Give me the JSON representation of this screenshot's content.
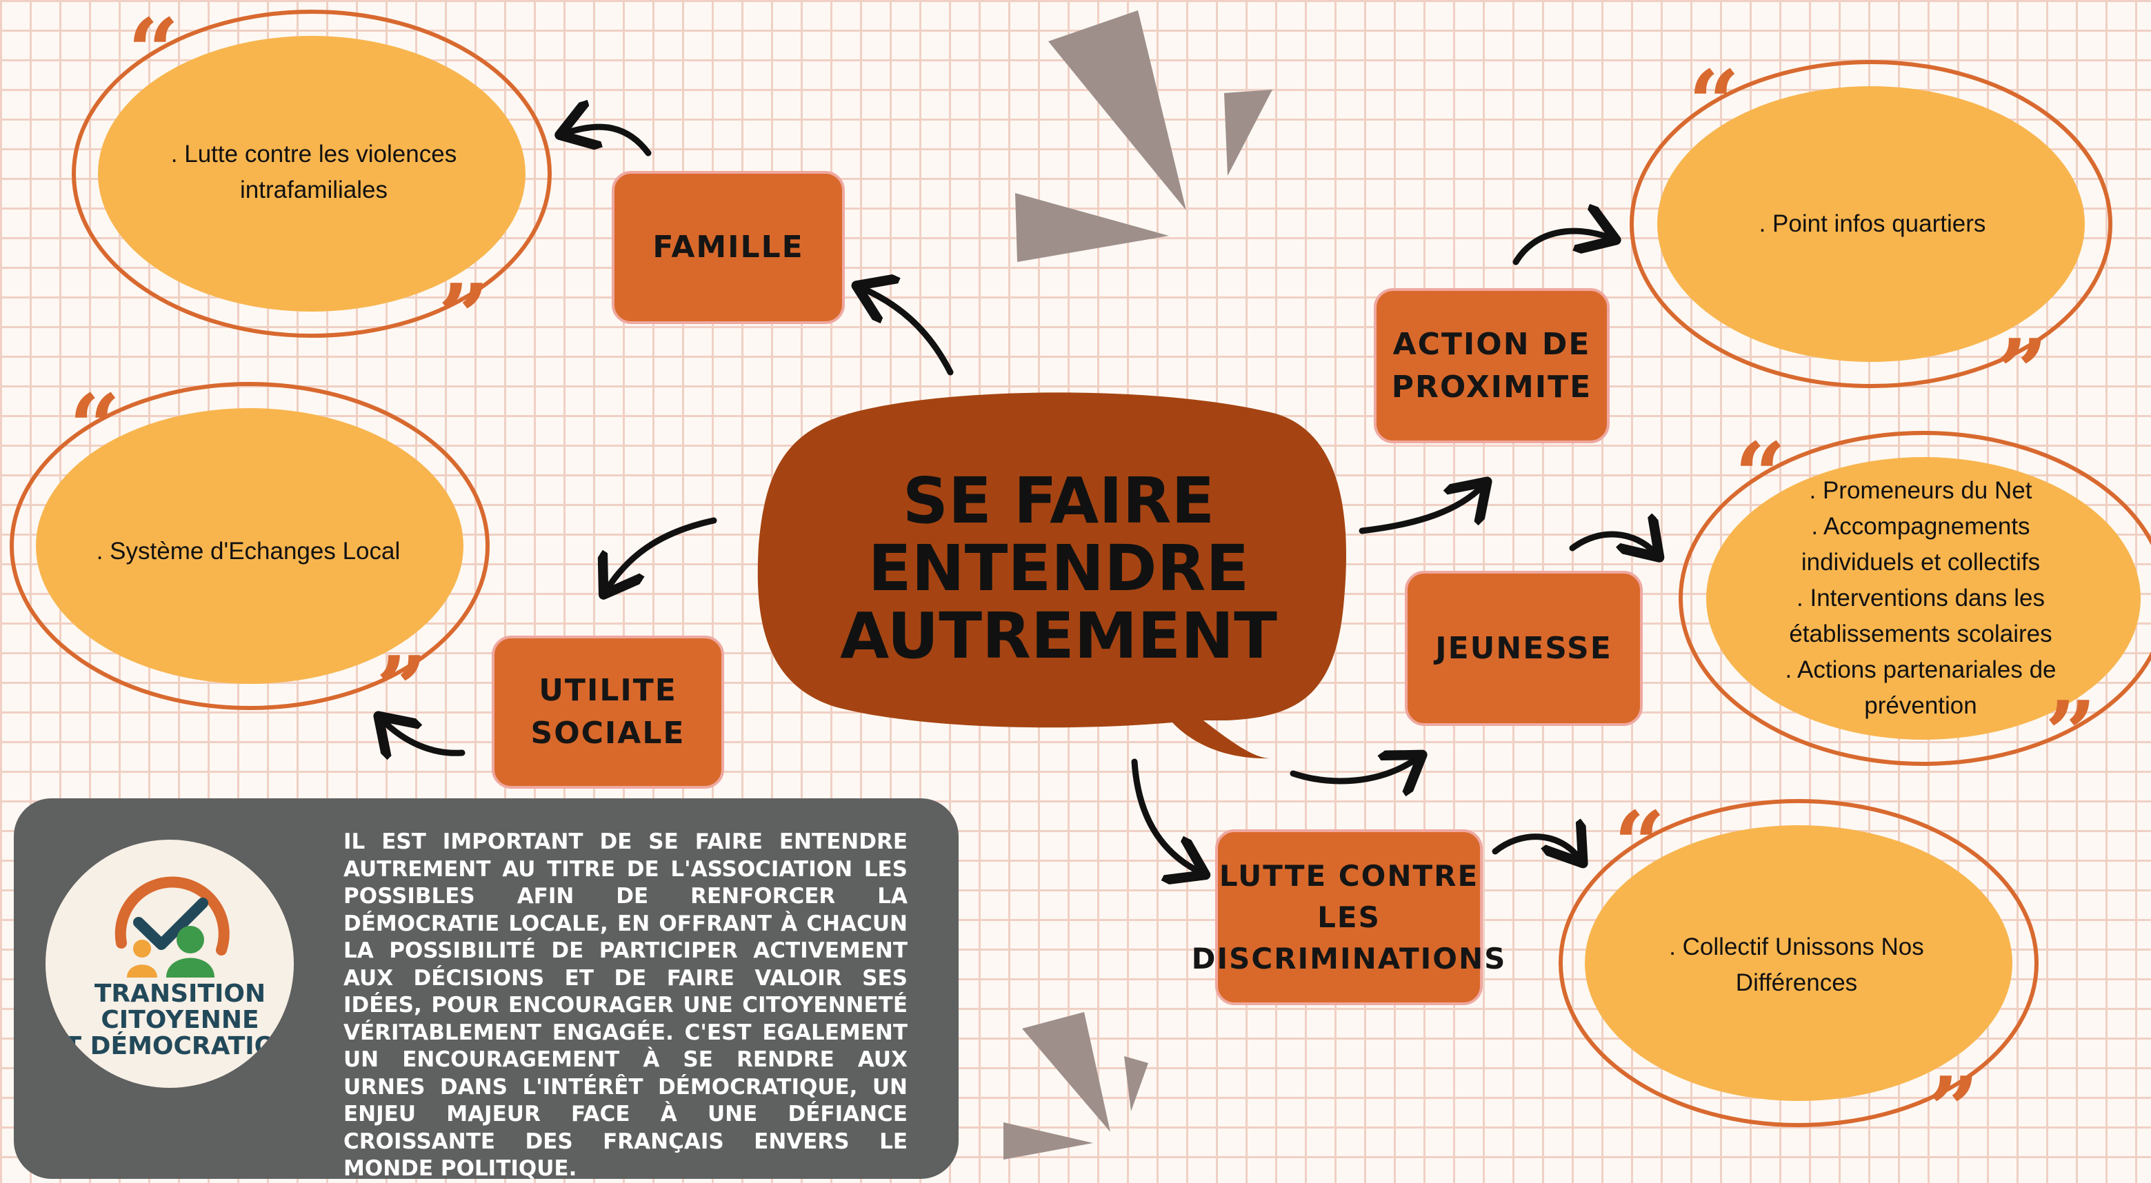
{
  "central": {
    "title": "SE FAIRE\nENTENDRE\nAUTREMENT"
  },
  "categories": [
    {
      "id": "famille",
      "label": "FAMILLE"
    },
    {
      "id": "action-proximite",
      "label": "ACTION DE\nPROXIMITE"
    },
    {
      "id": "jeunesse",
      "label": "JEUNESSE"
    },
    {
      "id": "utilite-sociale",
      "label": "UTILITE\nSOCIALE"
    },
    {
      "id": "lutte-discriminations",
      "label": "LUTTE CONTRE\nLES\nDISCRIMINATIONS"
    }
  ],
  "bubbles": [
    {
      "id": "famille",
      "text": ". Lutte contre les violences\nintrafamiliales"
    },
    {
      "id": "action-proximite",
      "text": ". Point infos quartiers"
    },
    {
      "id": "jeunesse",
      "text": ". Promeneurs du Net\n. Accompagnements\nindividuels et collectifs\n. Interventions dans les\nétablissements scolaires\n. Actions partenariales de\nprévention"
    },
    {
      "id": "utilite-sociale",
      "text": ". Système d'Echanges Local"
    },
    {
      "id": "lutte-discriminations",
      "text": ". Collectif Unissons Nos\nDifférences"
    }
  ],
  "info": {
    "text": "Il est important de se faire entendre autrement au titre de l'association Les Possibles afin de renforcer la démocratie locale, en offrant à chacun la possibilité de participer activement aux décisions et de faire valoir ses idées, pour encourager une citoyenneté véritablement engagée. C'est egalement un encouragement à se rendre aux urnes dans l'intérêt démocratique, un enjeu majeur face à une défiance croissante des français envers le monde politique."
  },
  "logo": {
    "text": "TRANSITION\nCITOYENNE\nET DÉMOCRATIQUE"
  },
  "colors": {
    "box": "#d9692b",
    "bubble": "#f8b54e",
    "ring": "#d8692f",
    "central": "#a54412",
    "panel": "#5f6060",
    "grid": "#f0d0c4",
    "logo_teal": "#22495a",
    "logo_green": "#3d9a4a"
  }
}
